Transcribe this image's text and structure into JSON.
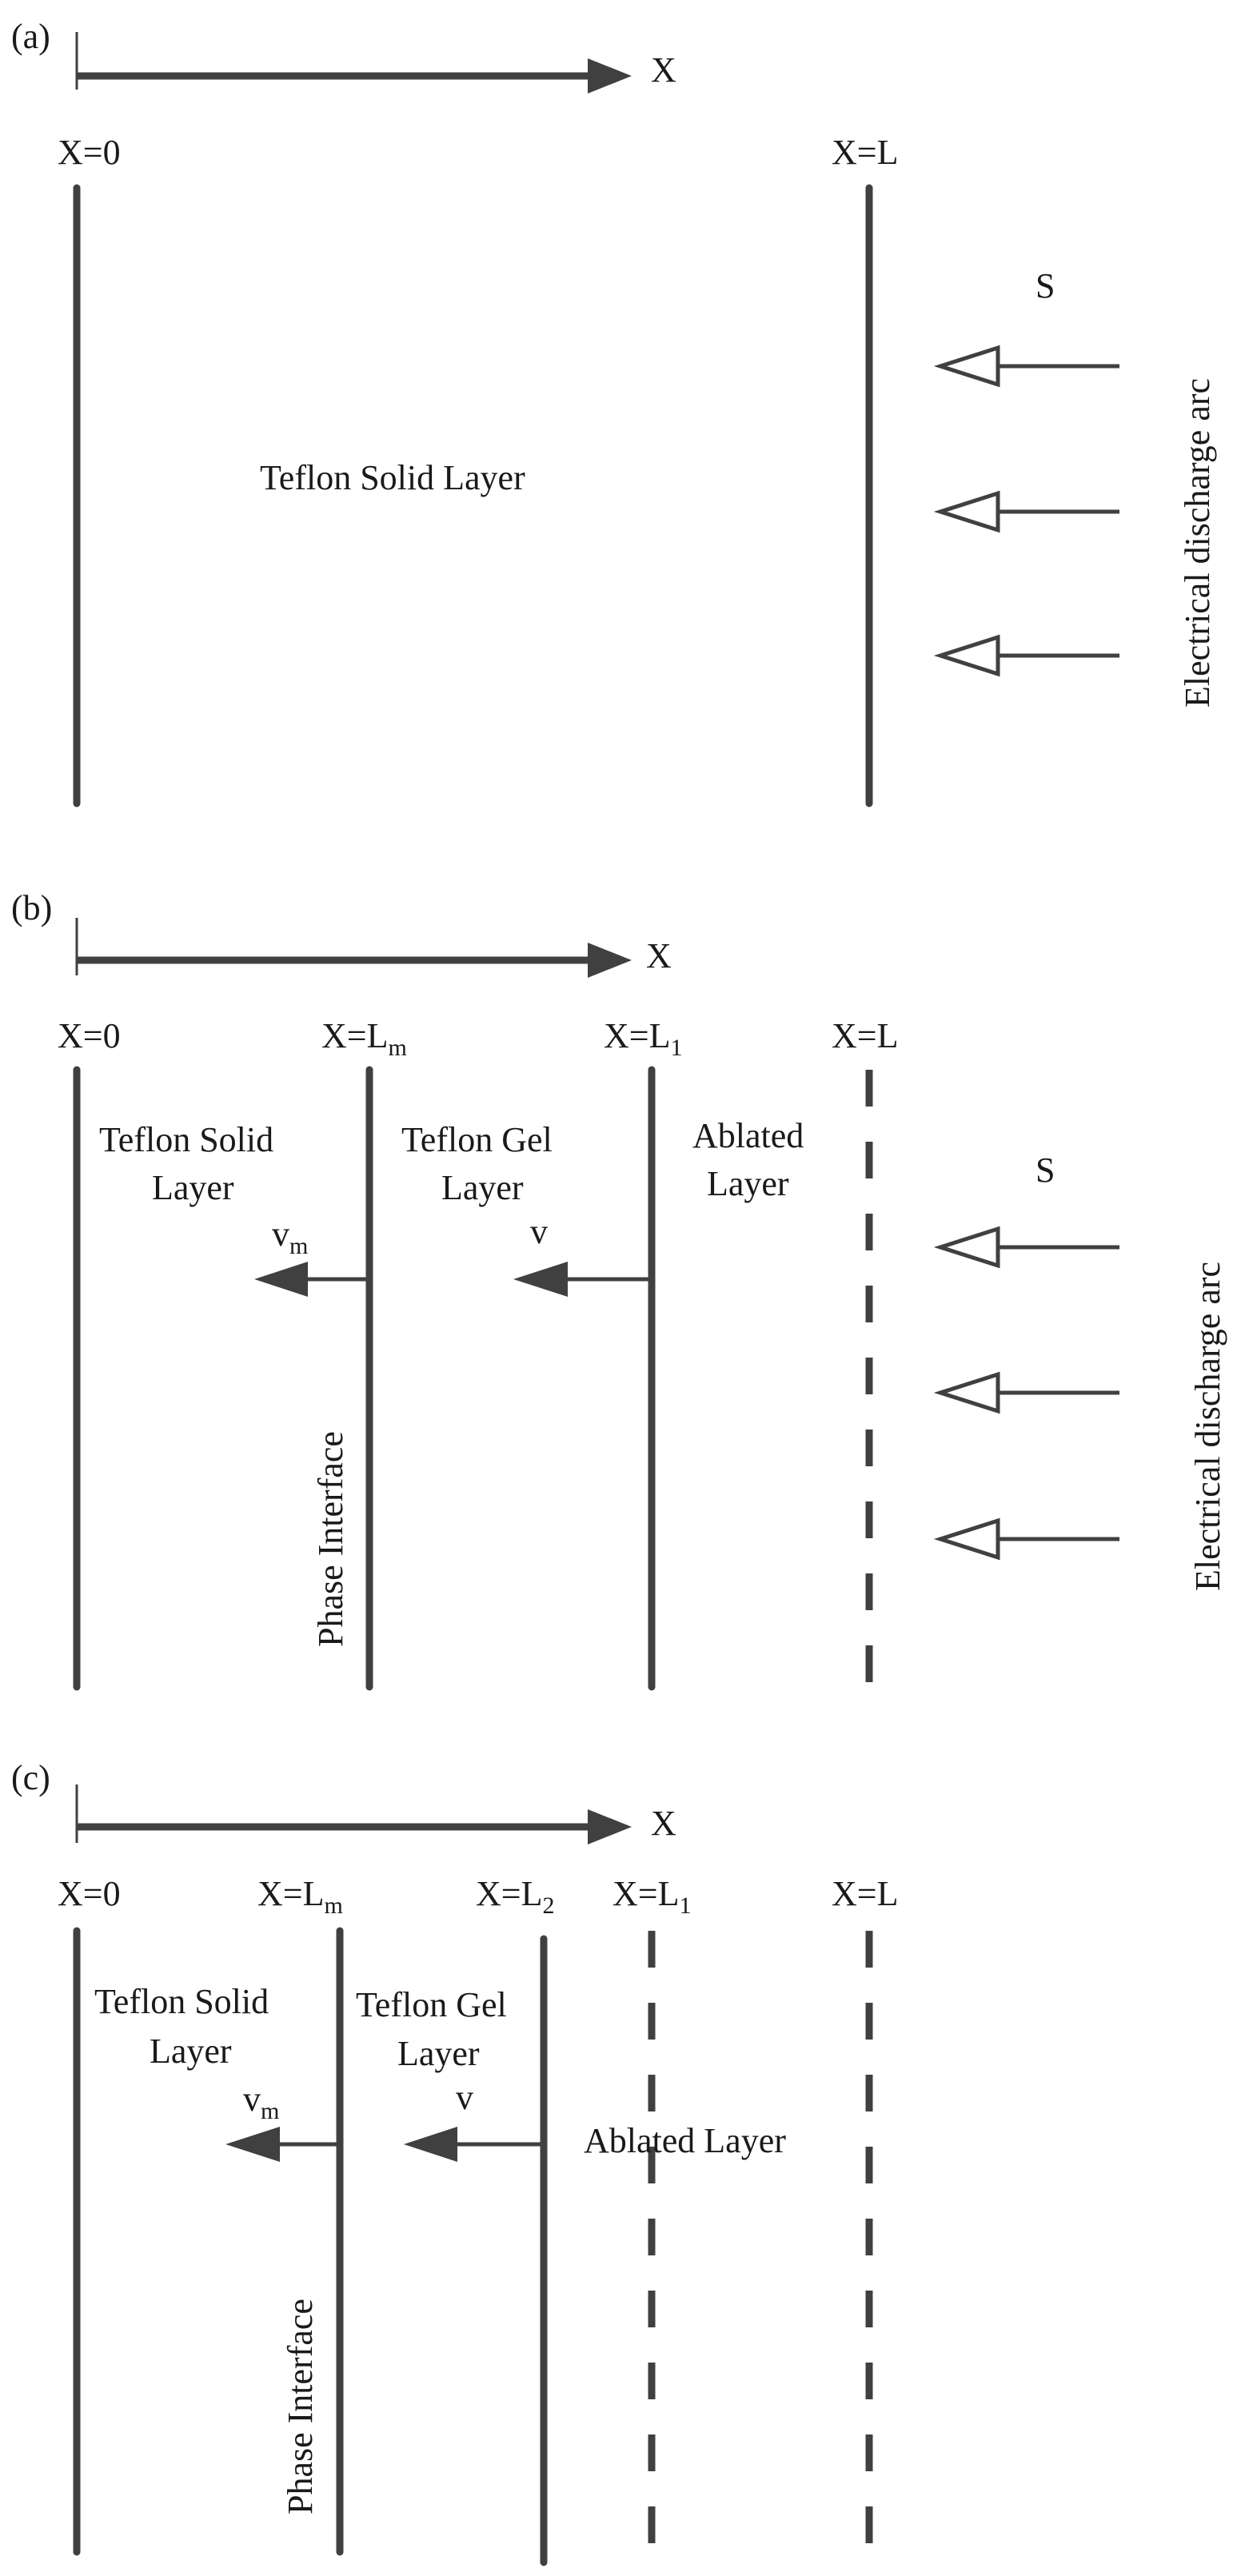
{
  "panels": {
    "a": {
      "tag": "(a)",
      "axis": "X",
      "x0": "X=0",
      "xL": "X=L",
      "layer": "Teflon Solid Layer",
      "source": "S",
      "arc": "Electrical discharge arc"
    },
    "b": {
      "tag": "(b)",
      "axis": "X",
      "x0": "X=0",
      "xLm": {
        "base": "X=L",
        "sub": "m"
      },
      "xL1": {
        "base": "X=L",
        "sub": "1"
      },
      "xL": "X=L",
      "solid1": "Teflon Solid",
      "solid2": "Layer",
      "gel1": "Teflon Gel",
      "gel2": "Layer",
      "ablated1": "Ablated",
      "ablated2": "Layer",
      "vm": {
        "base": "v",
        "sub": "m"
      },
      "v": "v",
      "interface": "Phase Interface",
      "source": "S",
      "arc": "Electrical discharge arc"
    },
    "c": {
      "tag": "(c)",
      "axis": "X",
      "x0": "X=0",
      "xLm": {
        "base": "X=L",
        "sub": "m"
      },
      "xL2": {
        "base": "X=L",
        "sub": "2"
      },
      "xL1": {
        "base": "X=L",
        "sub": "1"
      },
      "xL": "X=L",
      "solid1": "Teflon Solid",
      "solid2": "Layer",
      "gel1": "Teflon Gel",
      "gel2": "Layer",
      "ablated": "Ablated Layer",
      "vm": {
        "base": "v",
        "sub": "m"
      },
      "v": "v",
      "interface": "Phase Interface"
    }
  },
  "colors": {
    "line": "#404040",
    "text": "#1a1a1a",
    "background": "#ffffff"
  }
}
